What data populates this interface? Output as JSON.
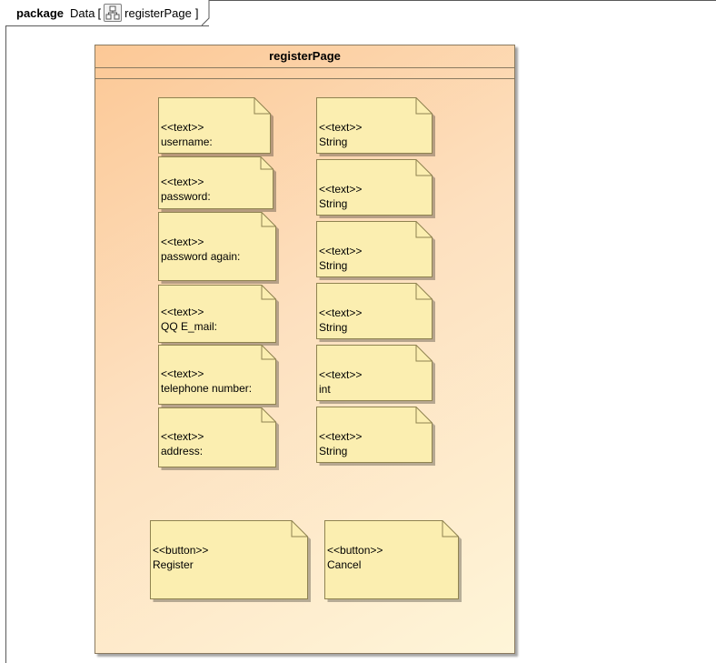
{
  "package": {
    "keyword": "package",
    "name": "Data",
    "bracket_open": "[",
    "diagram_name": "registerPage",
    "bracket_close": "]",
    "diagram_icon": "class-diagram-icon"
  },
  "class": {
    "name": "registerPage"
  },
  "colors": {
    "note_fill": "#fbeeb0",
    "note_border": "#8f8350",
    "class_gradient_start": "#fcc896",
    "class_gradient_end": "#fef5d8"
  },
  "labels": [
    {
      "stereotype": "<<text>>",
      "name": "username:"
    },
    {
      "stereotype": "<<text>>",
      "name": "password:"
    },
    {
      "stereotype": "<<text>>",
      "name": "password again:"
    },
    {
      "stereotype": "<<text>>",
      "name": "QQ E_mail:"
    },
    {
      "stereotype": "<<text>>",
      "name": "telephone number:"
    },
    {
      "stereotype": "<<text>>",
      "name": "address:"
    }
  ],
  "fields": [
    {
      "stereotype": "<<text>>",
      "name": "String"
    },
    {
      "stereotype": "<<text>>",
      "name": "String"
    },
    {
      "stereotype": "<<text>>",
      "name": "String"
    },
    {
      "stereotype": "<<text>>",
      "name": "String"
    },
    {
      "stereotype": "<<text>>",
      "name": "int"
    },
    {
      "stereotype": "<<text>>",
      "name": "String"
    }
  ],
  "buttons": [
    {
      "stereotype": "<<button>>",
      "name": "Register"
    },
    {
      "stereotype": "<<button>>",
      "name": "Cancel"
    }
  ]
}
